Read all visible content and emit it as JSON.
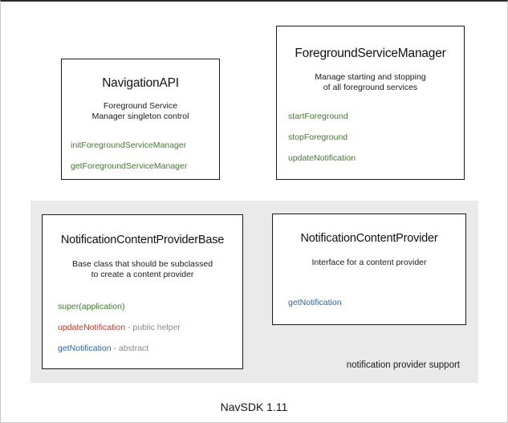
{
  "diagram": {
    "footer_label": "NavSDK 1.11",
    "group_panel": {
      "caption": "notification provider support",
      "background": "#eaeaea"
    },
    "colors": {
      "green": "#3f7a2e",
      "red": "#c0392b",
      "blue": "#2f63ab",
      "note_gray": "#8a8a8a",
      "box_border": "#1a1a1a",
      "panel_bg": "#eaeaea",
      "text": "#111111"
    },
    "boxes": [
      {
        "id": "navigation-api",
        "title": "NavigationAPI",
        "description": "Foreground Service\nManager singleton control",
        "description_line1": "Foreground Service",
        "description_line2": "Manager singleton control",
        "methods": [
          {
            "name": "initForegroundServiceManager",
            "color": "green",
            "note": ""
          },
          {
            "name": "getForegroundServiceManager",
            "color": "green",
            "note": ""
          }
        ]
      },
      {
        "id": "foreground-service-manager",
        "title": "ForegroundServiceManager",
        "description": "Manage starting and stopping\nof all foreground services",
        "description_line1": "Manage starting and stopping",
        "description_line2": "of all foreground services",
        "methods": [
          {
            "name": "startForeground",
            "color": "green",
            "note": ""
          },
          {
            "name": "stopForeground",
            "color": "green",
            "note": ""
          },
          {
            "name": "updateNotification",
            "color": "green",
            "note": ""
          }
        ]
      },
      {
        "id": "notification-content-provider-base",
        "title": "NotificationContentProviderBase",
        "description": "Base class that should be subclassed\nto create a content provider",
        "description_line1": "Base class that should be subclassed",
        "description_line2": "to create a content provider",
        "methods": [
          {
            "name": "super(application)",
            "color": "green",
            "note": ""
          },
          {
            "name": "updateNotification",
            "color": "red",
            "note": " - public helper"
          },
          {
            "name": "getNotification",
            "color": "blue",
            "note": " - abstract"
          }
        ]
      },
      {
        "id": "notification-content-provider",
        "title": "NotificationContentProvider",
        "description": "Interface for a content provider",
        "description_line1": "Interface for a content provider",
        "description_line2": "",
        "methods": [
          {
            "name": "getNotification",
            "color": "blue",
            "note": ""
          }
        ]
      }
    ]
  }
}
